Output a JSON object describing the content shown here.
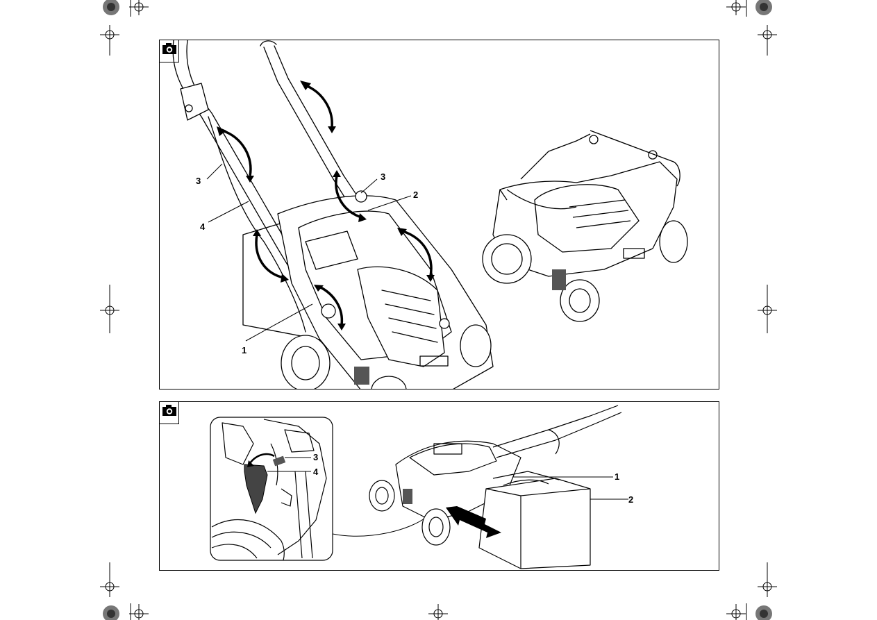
{
  "figure_top": {
    "icon": "camera-icon",
    "callouts": [
      {
        "id": "cl-top-1",
        "text": "1"
      },
      {
        "id": "cl-top-2",
        "text": "2"
      },
      {
        "id": "cl-top-3a",
        "text": "3"
      },
      {
        "id": "cl-top-3b",
        "text": "3"
      },
      {
        "id": "cl-top-4",
        "text": "4"
      }
    ]
  },
  "figure_bottom": {
    "icon": "camera-icon",
    "callouts": [
      {
        "id": "cl-bot-1",
        "text": "1"
      },
      {
        "id": "cl-bot-2",
        "text": "2"
      },
      {
        "id": "cl-bot-3",
        "text": "3"
      },
      {
        "id": "cl-bot-4",
        "text": "4"
      }
    ]
  },
  "registration_marks": "crosshair-icon",
  "colors": {
    "line": "#000000",
    "paper": "#ffffff",
    "shade": "#555555"
  }
}
